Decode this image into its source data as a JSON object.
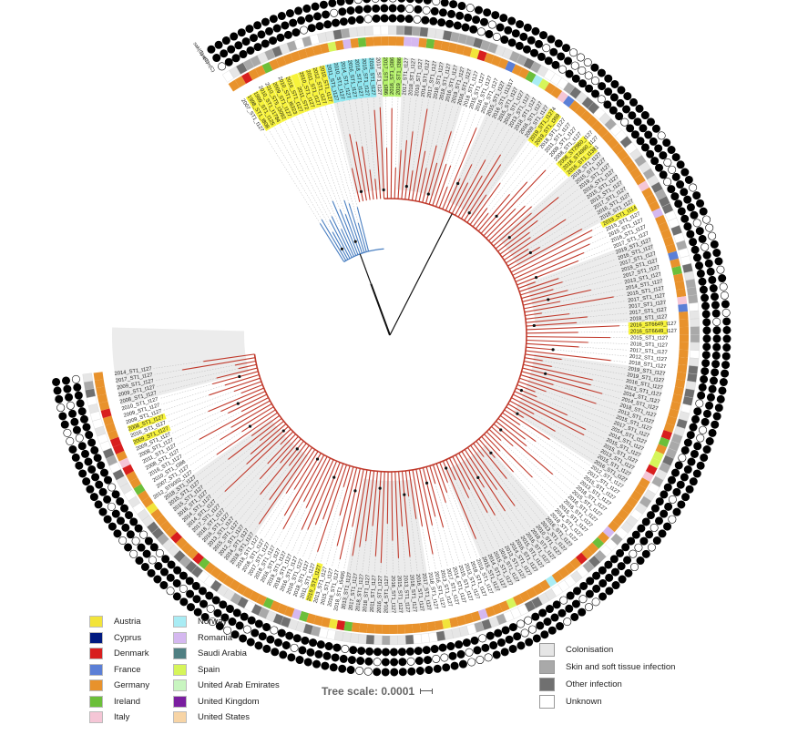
{
  "figure": {
    "ring_labels": [
      "emm(C)",
      "fus(C)",
      "sak(C)"
    ],
    "tip_labels": [
      "2007_ST1_t127",
      "1998_ST1_t808",
      "1999_ST1_t125",
      "2010_ST1_t1784",
      "2010_ST5_t3092",
      "2009_ST1_t127",
      "2010_ST1_t6323",
      "2016_ST1_t127",
      "2011_ST2",
      "2010_ST1_t127",
      "2011_ST1_t127",
      "2012_ST1_t127",
      "2010_ST1_t127",
      "2011_ST1_t127",
      "2010_ST1_t127",
      "2014_ST1_t127",
      "2016_ST1_t127",
      "2018_ST1_t127",
      "2015_ST1_t127",
      "2016_ST1_t127",
      "2017_ST1_t127",
      "2017_ST1_t386",
      "2016_ST1_t386",
      "2019_ST1_t386",
      "2017_ST1_t127",
      "2018_ST1_t127",
      "2010_ST1_t127",
      "2014_ST1_t127",
      "2017_ST1_t127",
      "2018_ST1_t127",
      "2018_ST1_t127",
      "2016_ST1_t127",
      "2019_ST1_t127",
      "2016_ST1_t127",
      "2018_ST1_t127",
      "2015_ST1_t127",
      "2016_ST1_t127",
      "2016_ST1_t127",
      "2015_ST1_t127",
      "2016_ST1_t11317",
      "2015_ST1_t127",
      "2016_ST1_t127",
      "2013_ST1_t127",
      "2018_ST1_t127",
      "2016_ST1_t127",
      "2009_ST1_t127",
      "2019_ST1_t1274",
      "2019_ST1_t359",
      "2018_ST1_t127",
      "2011_ST1_t127",
      "2009_ST1_t127",
      "2008_ST1_t127",
      "2008_ST2960_t127",
      "2018_ST4960_t127",
      "2016_ST1_t1381",
      "2018_ST1_t127",
      "2015_ST1_t127",
      "2019_ST1_t127",
      "2016_ST1_t127",
      "2015_ST1_t127",
      "2013_ST1_t127",
      "2017_ST1_t127",
      "2016_ST1_t127",
      "2018_ST1_t127",
      "2019_ST1_t114",
      "2015_ST1_t127",
      "2015_ST1_t127",
      "2016_ST1_t127",
      "2017_ST1_t127",
      "2019_ST1_t127",
      "2016_ST1_t127",
      "2017_ST1_t127",
      "2019_ST1_t127",
      "2017_ST1_t127",
      "2013_ST1_t127",
      "2014_ST1_t127",
      "2015_ST1_t127",
      "2017_ST1_t127",
      "2017_ST1_t127",
      "2017_ST1_t127",
      "2018_ST1_t127",
      "2016_ST6649_t127",
      "2016_ST6649_t127",
      "2015_ST1_t127",
      "2016_ST1_t127",
      "2017_ST1_t127",
      "2012_ST1_t127",
      "2018_ST1_t127",
      "2019_ST1_t127",
      "2019_ST1_t127",
      "2016_ST1_t127",
      "2013_ST1_t127",
      "2014_ST1_t127",
      "2014_ST1_t127",
      "2018_ST1_t127",
      "2013_ST1_t127",
      "2015_ST1_t127",
      "2017_ST1_t127",
      "2014_ST1_t127",
      "2014_ST1_t127",
      "2015_ST1_t127",
      "2015_ST1_t127",
      "2013_ST1_t127",
      "2015_ST1_t127",
      "2016_ST1_t127",
      "2012_ST1_t127",
      "2017_ST1_t127",
      "2015_ST1_t127",
      "2013_ST1_t127",
      "2018_ST1_t127",
      "2015_ST1_t127",
      "2016_ST1_t127",
      "2016_ST1_t127",
      "2015_ST1_t127",
      "2014_ST1_t127",
      "2018_ST1_t127",
      "2016_ST1_t127",
      "2013_ST1_t127",
      "2010_ST1_t127",
      "2018_ST1_t127",
      "2016_ST1_t127",
      "2015_ST1_t127",
      "2016_ST1_t127",
      "2014_ST1_t127",
      "2013_ST1_t127",
      "2016_ST1_t127",
      "2015_ST1_t127",
      "2014_ST1_t127",
      "2015_ST1_t127",
      "2016_ST1_t127",
      "2018_ST1_t127",
      "2013_ST1_t127",
      "2015_ST1_t127",
      "2014_ST1_t127",
      "2017_ST1_t127",
      "2013_ST1_t127",
      "2016_ST1_t127",
      "2018_ST1_t127",
      "2017_ST1_t127",
      "2016_ST1_t127",
      "2018_ST1_t127",
      "2013_ST1_t127",
      "2015_ST1_t127",
      "2016_ST1_t127",
      "2014_ST1_t127",
      "2016_ST1_t127",
      "2011_ST1_t127",
      "2018_ST1_t127",
      "2018_ST1_t127",
      "2017_ST1_t127",
      "2013_ST1_t127",
      "2018_ST1_t5495",
      "2016_ST1_t127",
      "2015_ST1_t127",
      "2013_ST1_t127",
      "2019_ST1_t127",
      "2011_ST1_t127",
      "2018_ST1_t127",
      "2016_ST1_t127",
      "2016_ST1_t127",
      "2018_ST1_t127",
      "2019_ST1_t127",
      "2016_ST1_t127",
      "2018_ST1_t127",
      "2017_ST1_t127",
      "2016_ST1_t127",
      "2018_ST1_t127",
      "2018_ST1_t127",
      "2014_ST1_t127",
      "2012_ST1_t127",
      "2015_ST1_t127",
      "2013_ST1_t127",
      "2016_ST1_t127",
      "2018_ST1_t127",
      "2017_ST1_t127",
      "2014_ST1_t127",
      "2014_ST1_t127",
      "2016_ST1_t127",
      "2015_ST1_t127",
      "2015_ST1_t127",
      "2018_ST1_t127",
      "2012_ST6002_t127",
      "2007_ST1_t127",
      "2010_ST1_t386",
      "2016_ST1_t127",
      "2008_ST1_t127",
      "2011_ST1_t127",
      "2008_ST1_t127",
      "2009_ST1_t127",
      "2009_ST1_t127",
      "2016_ST1_t127",
      "2008_ST1_t127",
      "2009_ST1_t127",
      "2009_ST1_t127",
      "2010_ST1_t127",
      "2008_ST1_t127",
      "2009_ST1_t127",
      "2009_ST1_t127",
      "2017_ST1_t127",
      "2014_ST1_t127"
    ],
    "highlighted_yellow": [
      1,
      2,
      3,
      4,
      5,
      6,
      7,
      8,
      9,
      10,
      11,
      12,
      46,
      47,
      52,
      53,
      54,
      64,
      81,
      82,
      155,
      189,
      191
    ],
    "highlighted_cyan": [
      13,
      14,
      15,
      16,
      17,
      18,
      19
    ],
    "highlighted_green": [
      21,
      22,
      23
    ],
    "legend_countries": [
      {
        "label": "Austria",
        "color": "#f2e43a"
      },
      {
        "label": "Cyprus",
        "color": "#001a80"
      },
      {
        "label": "Denmark",
        "color": "#d81e1e"
      },
      {
        "label": "France",
        "color": "#5b7fd6"
      },
      {
        "label": "Germany",
        "color": "#e8922c"
      },
      {
        "label": "Ireland",
        "color": "#6cbf3a"
      },
      {
        "label": "Italy",
        "color": "#f5c6d6"
      },
      {
        "label": "Norway",
        "color": "#a9ecf4"
      },
      {
        "label": "Romania",
        "color": "#d5b8f0"
      },
      {
        "label": "Saudi Arabia",
        "color": "#4f7f82"
      },
      {
        "label": "Spain",
        "color": "#d6f55a"
      },
      {
        "label": "United Arab Emirates",
        "color": "#c8f5c0"
      },
      {
        "label": "United Kingdom",
        "color": "#7a1ea0"
      },
      {
        "label": "United States",
        "color": "#f7d4a5"
      }
    ],
    "legend_infection": [
      {
        "label": "Colonisation",
        "color": "#e6e6e6"
      },
      {
        "label": "Skin and soft tissue infection",
        "color": "#a9a9a9"
      },
      {
        "label": "Other infection",
        "color": "#707070"
      },
      {
        "label": "Unknown",
        "color": "#ffffff"
      }
    ],
    "tree_scale": "Tree scale: 0.0001",
    "colors": {
      "main_clade": "#c0392b",
      "basal_clade": "#4a7fc1",
      "root": "#111111",
      "clade_shade": "#dcdcdc",
      "highlight_yellow": "#f7f33b",
      "highlight_cyan": "#8de6ef",
      "highlight_green": "#b4f06a"
    }
  }
}
